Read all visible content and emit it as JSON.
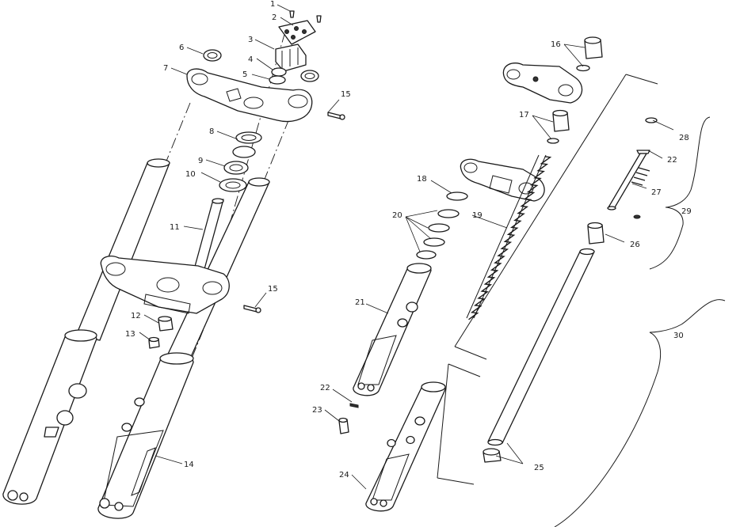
{
  "callouts": {
    "c1": "1",
    "c2": "2",
    "c3": "3",
    "c4": "4",
    "c5": "5",
    "c6": "6",
    "c7": "7",
    "c8": "8",
    "c9": "9",
    "c10": "10",
    "c11": "11",
    "c12": "12",
    "c13": "13",
    "c14": "14",
    "c15a": "15",
    "c15b": "15",
    "c16": "16",
    "c17": "17",
    "c18": "18",
    "c19": "19",
    "c20": "20",
    "c21": "21",
    "c22a": "22",
    "c22b": "22",
    "c23": "23",
    "c24": "24",
    "c25": "25",
    "c26": "26",
    "c27": "27",
    "c28": "28",
    "c29": "29",
    "c30": "30"
  }
}
